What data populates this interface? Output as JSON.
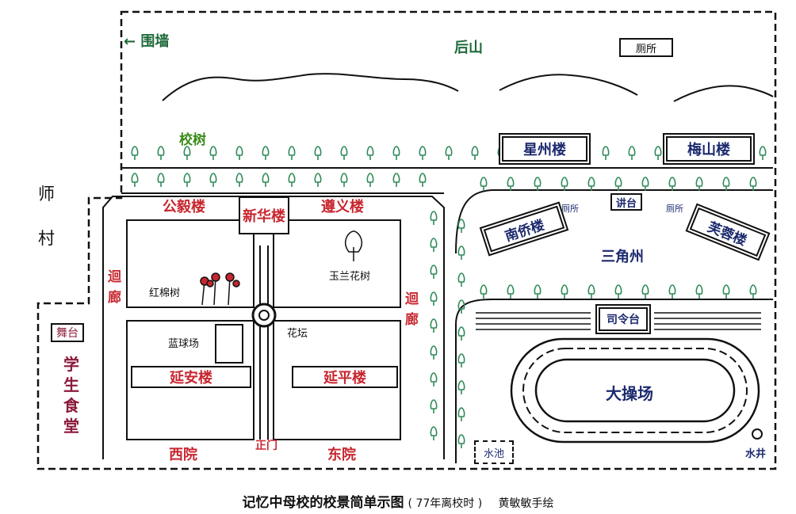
{
  "labels": {
    "wall": "← 围墙",
    "back_hill": "后山",
    "toilet_top": "厕所",
    "school_trees": "校树",
    "shi": "师",
    "cun": "村",
    "xingzhou": "星州楼",
    "meishan": "梅山楼",
    "gongyi": "公毅楼",
    "xinhua": "新华楼",
    "zunyi": "遵义楼",
    "huilang_left_1": "迴",
    "huilang_left_2": "廊",
    "huilang_right_1": "迴",
    "huilang_right_2": "廊",
    "hongmian": "红棉树",
    "yulan": "玉兰花树",
    "huatan": "花坛",
    "lanqiu": "蓝球场",
    "yanan": "延安楼",
    "yanping": "延平楼",
    "xiyuan": "西院",
    "zhengmen": "正门",
    "dongyuan": "东院",
    "wutai": "舞台",
    "canteen_1": "学",
    "canteen_2": "生",
    "canteen_3": "食",
    "canteen_4": "堂",
    "toilet_left": "厕所",
    "jiangtai": "讲台",
    "toilet_right": "厕所",
    "nanqiao": "南侨楼",
    "furong": "芙蓉楼",
    "sanjiaozhou": "三角州",
    "silingtai": "司令台",
    "dacaochang": "大操场",
    "shuichi": "水池",
    "shuijing": "水井"
  },
  "caption": {
    "title": "记忆中母校的校景简单示图",
    "note": "( 77年离校时 )",
    "author": "黄敏敏手绘"
  },
  "colors": {
    "building_red": "#c8262f",
    "building_navy": "#1c2a6e",
    "tree_green": "#2e8b57",
    "ink": "#111111"
  }
}
